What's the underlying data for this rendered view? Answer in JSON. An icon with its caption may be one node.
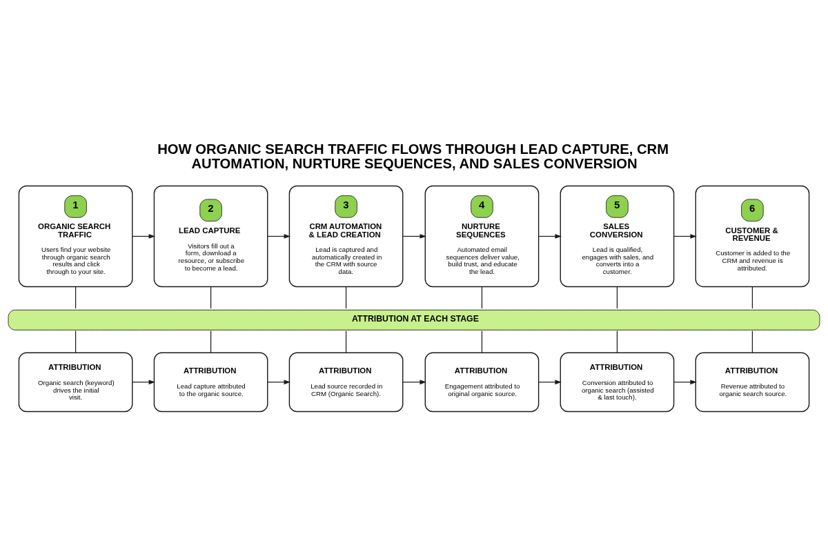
{
  "diagram": {
    "title": "HOW ORGANIC SEARCH TRAFFIC FLOWS THROUGH LEAD CAPTURE, CRM AUTOMATION, NURTURE SEQUENCES, AND SALES CONVERSION",
    "nodes": [
      {
        "text": [
          "1",
          "ORGANIC SEARCH TRAFFIC",
          "Users find your website through organic search results and click through to your site."
        ]
      },
      {
        "text": [
          "2",
          "LEAD CAPTURE",
          "Visitors fill out a form, download a resource, or subscribe to become a lead."
        ]
      },
      {
        "text": [
          "3",
          "CRM AUTOMATION & LEAD CREATION",
          "Lead is captured and automatically created in the CRM with source data."
        ]
      },
      {
        "text": [
          "4",
          "NURTURE SEQUENCES",
          "Automated email sequences deliver value, build trust, and educate the lead."
        ]
      },
      {
        "text": [
          "5",
          "SALES CONVERSION",
          "Lead is qualified, engages with sales, and converts into a customer."
        ]
      },
      {
        "text": [
          "6",
          "CUSTOMER & REVENUE",
          "Customer is added to the CRM and revenue is attributed."
        ]
      },
      {
        "text": [
          "ATTRIBUTION AT EACH STAGE"
        ]
      },
      {
        "text": [
          "ATTRIBUTION",
          "Organic search (keyword) drives the initial visit."
        ]
      },
      {
        "text": [
          "ATTRIBUTION",
          "Lead capture attributed to the organic source."
        ]
      },
      {
        "text": [
          "ATTRIBUTION",
          "Lead source recorded in CRM (Organic Search)."
        ]
      },
      {
        "text": [
          "ATTRIBUTION",
          "Engagement attributed to original organic source."
        ]
      },
      {
        "text": [
          "ATTRIBUTION",
          "Conversion attributed to organic search (assisted & last touch)."
        ]
      },
      {
        "text": [
          "ATTRIBUTION",
          "Revenue attributed to organic search source."
        ]
      }
    ],
    "edges": [
      {
        "from": 0,
        "to": 1,
        "arrow": "to"
      },
      {
        "from": 1,
        "to": 2,
        "arrow": "to"
      },
      {
        "from": 2,
        "to": 3,
        "arrow": "to"
      },
      {
        "from": 3,
        "to": 4,
        "arrow": "to"
      },
      {
        "from": 4,
        "to": 5,
        "arrow": "to"
      },
      {
        "from": 0,
        "to": 6,
        "arrow": "none"
      },
      {
        "from": 1,
        "to": 6,
        "arrow": "none"
      },
      {
        "from": 2,
        "to": 6,
        "arrow": "none"
      },
      {
        "from": 3,
        "to": 6,
        "arrow": "none"
      },
      {
        "from": 4,
        "to": 6,
        "arrow": "none"
      },
      {
        "from": 5,
        "to": 6,
        "arrow": "none"
      },
      {
        "from": 6,
        "to": 7,
        "arrow": "none"
      },
      {
        "from": 6,
        "to": 8,
        "arrow": "none"
      },
      {
        "from": 6,
        "to": 9,
        "arrow": "none"
      },
      {
        "from": 6,
        "to": 10,
        "arrow": "none"
      },
      {
        "from": 6,
        "to": 11,
        "arrow": "none"
      },
      {
        "from": 6,
        "to": 12,
        "arrow": "none"
      },
      {
        "from": 7,
        "to": 8,
        "arrow": "to"
      },
      {
        "from": 8,
        "to": 9,
        "arrow": "to"
      },
      {
        "from": 9,
        "to": 10,
        "arrow": "to"
      },
      {
        "from": 10,
        "to": 11,
        "arrow": "to"
      },
      {
        "from": 11,
        "to": 12,
        "arrow": "to"
      }
    ]
  }
}
